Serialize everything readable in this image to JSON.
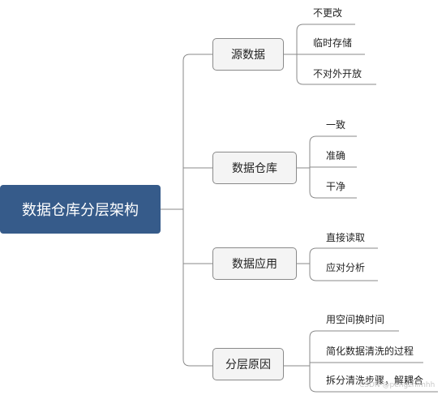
{
  "mindmap": {
    "root": "数据仓库分层架构",
    "branches": [
      {
        "label": "源数据",
        "children": [
          "不更改",
          "临时存储",
          "不对外开放"
        ]
      },
      {
        "label": "数据仓库",
        "children": [
          "一致",
          "准确",
          "干净"
        ]
      },
      {
        "label": "数据应用",
        "children": [
          "直接读取",
          "应对分析"
        ]
      },
      {
        "label": "分层原因",
        "children": [
          "用空间换时间",
          "简化数据清洗的过程",
          "拆分清洗步骤，解耦合"
        ]
      }
    ],
    "watermark": "CSDN @pengzhimhh"
  },
  "colors": {
    "root_fill": "#365b8a",
    "root_text": "#ffffff",
    "branch_fill": "#f4f4f4",
    "branch_border": "#8a8a8a",
    "line": "#8a8a8a"
  }
}
